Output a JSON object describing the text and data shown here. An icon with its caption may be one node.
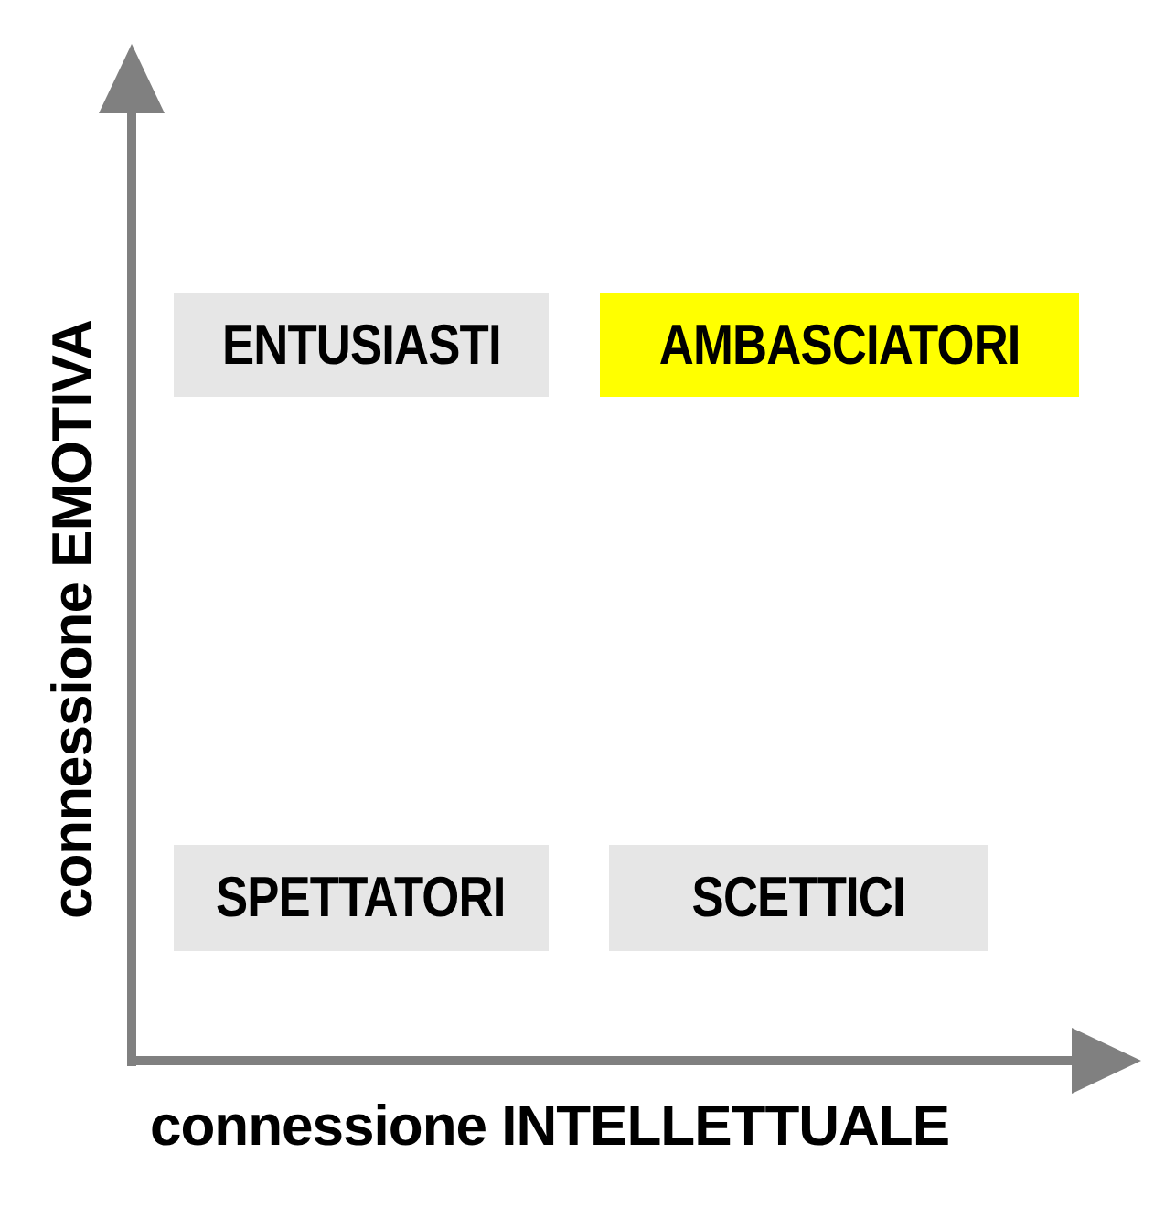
{
  "diagram": {
    "nodes": [
      {
        "text": [
          "ENTUSIASTI"
        ]
      },
      {
        "text": [
          "AMBASCIATORI"
        ]
      },
      {
        "text": [
          "SPETTATORI"
        ]
      },
      {
        "text": [
          "SCETTICI"
        ]
      }
    ],
    "labels": [
      "connessione EMOTIVA",
      "connessione INTELLETTUALE"
    ]
  }
}
